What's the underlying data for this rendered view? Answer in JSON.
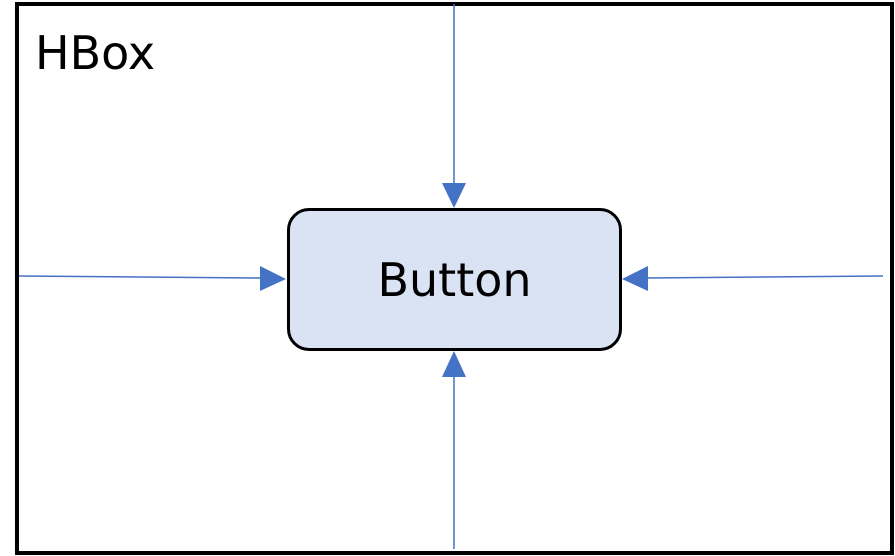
{
  "container": {
    "label": "HBox"
  },
  "button": {
    "label": "Button",
    "fill_color": "#dae3f3"
  },
  "arrows": {
    "color": "#4472c4",
    "directions": [
      "from-top",
      "from-left",
      "from-right",
      "from-bottom"
    ]
  }
}
